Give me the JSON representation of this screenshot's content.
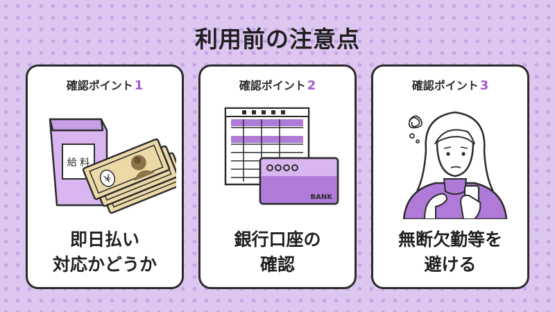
{
  "title": "利用前の注意点",
  "points": [
    {
      "label": "確認ポイント",
      "number": "1",
      "lines": [
        "即日払い",
        "対応かどうか"
      ],
      "envelope_text": "給 料",
      "bill_text": "¥"
    },
    {
      "label": "確認ポイント",
      "number": "2",
      "lines": [
        "銀行口座の",
        "確認"
      ],
      "card_text": "BANK"
    },
    {
      "label": "確認ポイント",
      "number": "3",
      "lines": [
        "無断欠勤等を",
        "避ける"
      ]
    }
  ],
  "colors": {
    "background": "#ddc6f0",
    "accent": "#a05ad0",
    "light_purple": "#d9b6ef",
    "mid_purple": "#b07ad8"
  }
}
